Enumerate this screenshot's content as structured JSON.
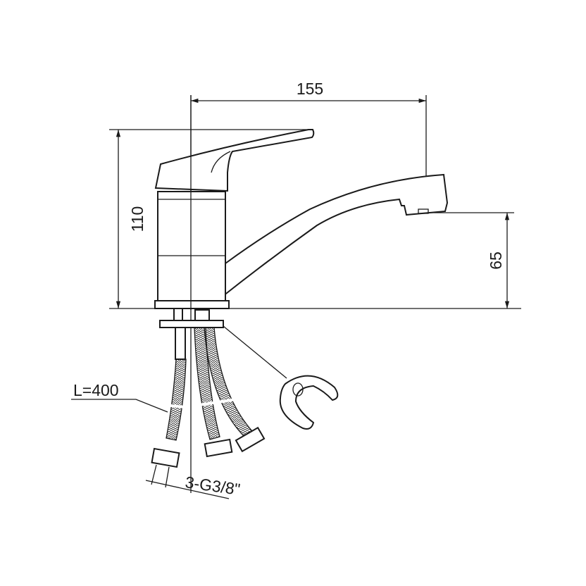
{
  "diagram": {
    "dimensions": {
      "spout_reach": "155",
      "total_height": "110",
      "spout_height": "65",
      "hose_length": "L=400",
      "connection_thread": "3-G3/8\""
    },
    "colors": {
      "line": "#1a1a1a",
      "background": "#ffffff"
    }
  }
}
